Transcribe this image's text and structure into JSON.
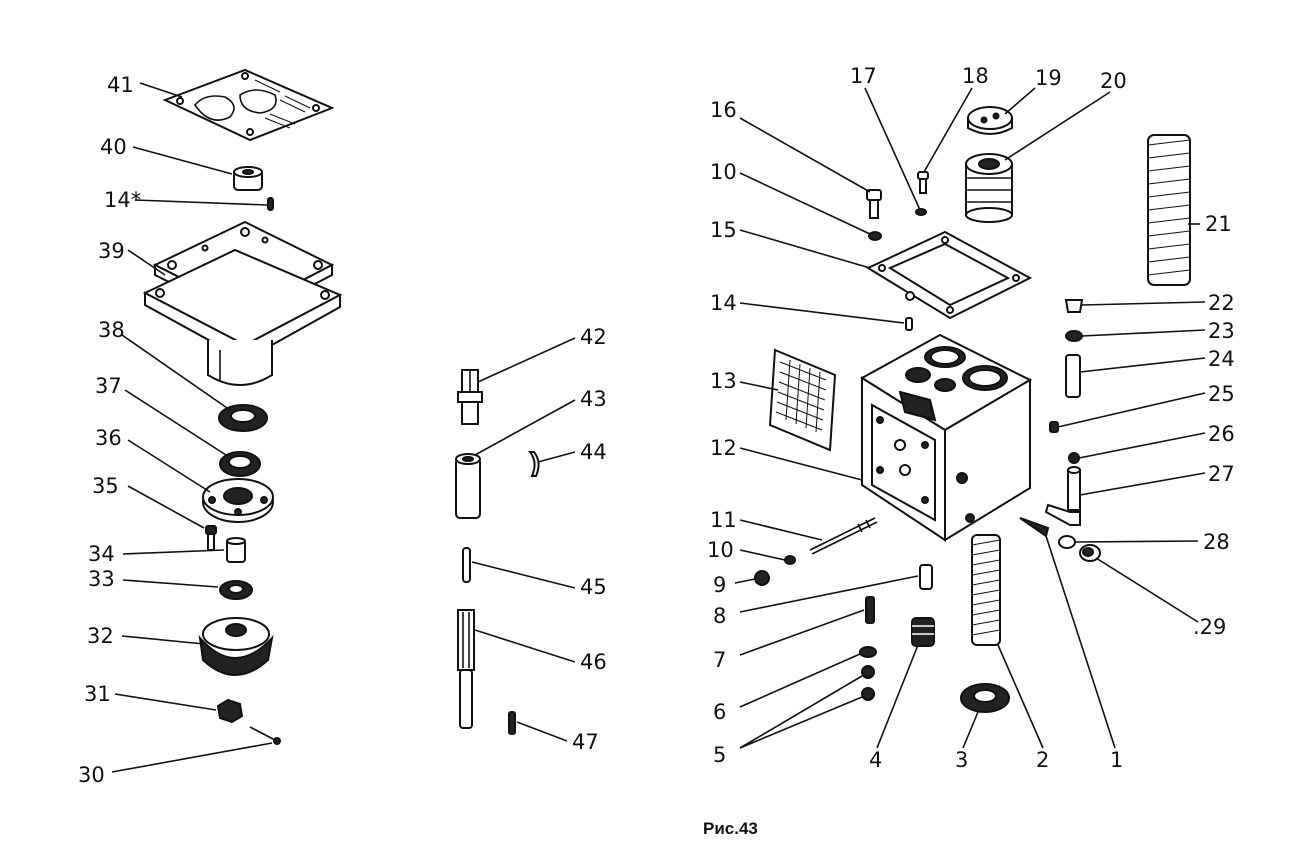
{
  "caption": "Рис.43",
  "labels": {
    "l1": "1",
    "l2": "2",
    "l3": "3",
    "l4": "4",
    "l5": "5",
    "l6": "6",
    "l7": "7",
    "l8": "8",
    "l9": "9",
    "l10a": "10",
    "l10b": "10",
    "l11": "11",
    "l12": "12",
    "l13": "13",
    "l14a": "14",
    "l14b": "14*",
    "l15": "15",
    "l16": "16",
    "l17": "17",
    "l18": "18",
    "l19": "19",
    "l20": "20",
    "l21": "21",
    "l22": "22",
    "l23": "23",
    "l24": "24",
    "l25": "25",
    "l26": "26",
    "l27": "27",
    "l28": "28",
    "l29": ".29",
    "l30": "30",
    "l31": "31",
    "l32": "32",
    "l33": "33",
    "l34": "34",
    "l35": "35",
    "l36": "36",
    "l37": "37",
    "l38": "38",
    "l39": "39",
    "l40": "40",
    "l41": "41",
    "l42": "42",
    "l43": "43",
    "l44": "44",
    "l45": "45",
    "l46": "46",
    "l47": "47"
  }
}
